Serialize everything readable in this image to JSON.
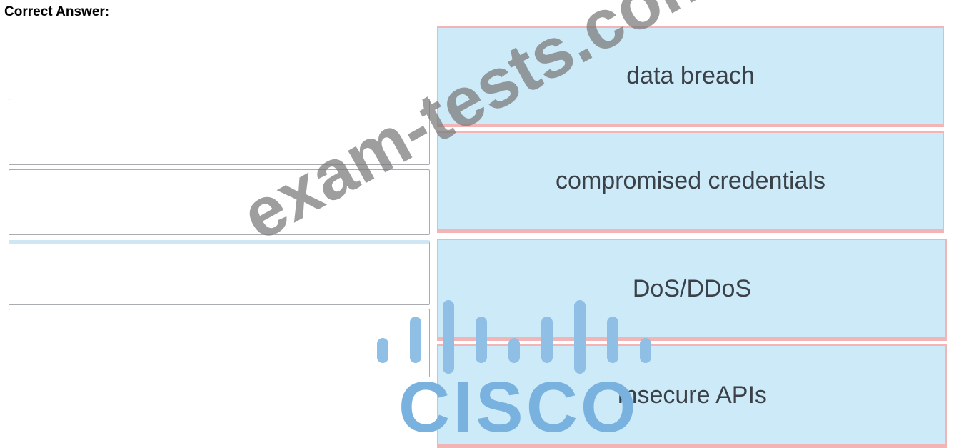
{
  "header": {
    "title": "Correct Answer:"
  },
  "left_slots": [
    {
      "value": ""
    },
    {
      "value": ""
    },
    {
      "value": ""
    },
    {
      "value": ""
    }
  ],
  "options": [
    {
      "label": "data breach"
    },
    {
      "label": "compromised credentials"
    },
    {
      "label": "DoS/DDoS"
    },
    {
      "label": "Insecure APIs"
    }
  ],
  "watermark": {
    "text": "exam-tests.com",
    "logo_text": "CISCO"
  },
  "colors": {
    "option_bg": "#cdeaf8",
    "option_border": "#f3b4b6",
    "logo": "#79b2df"
  }
}
